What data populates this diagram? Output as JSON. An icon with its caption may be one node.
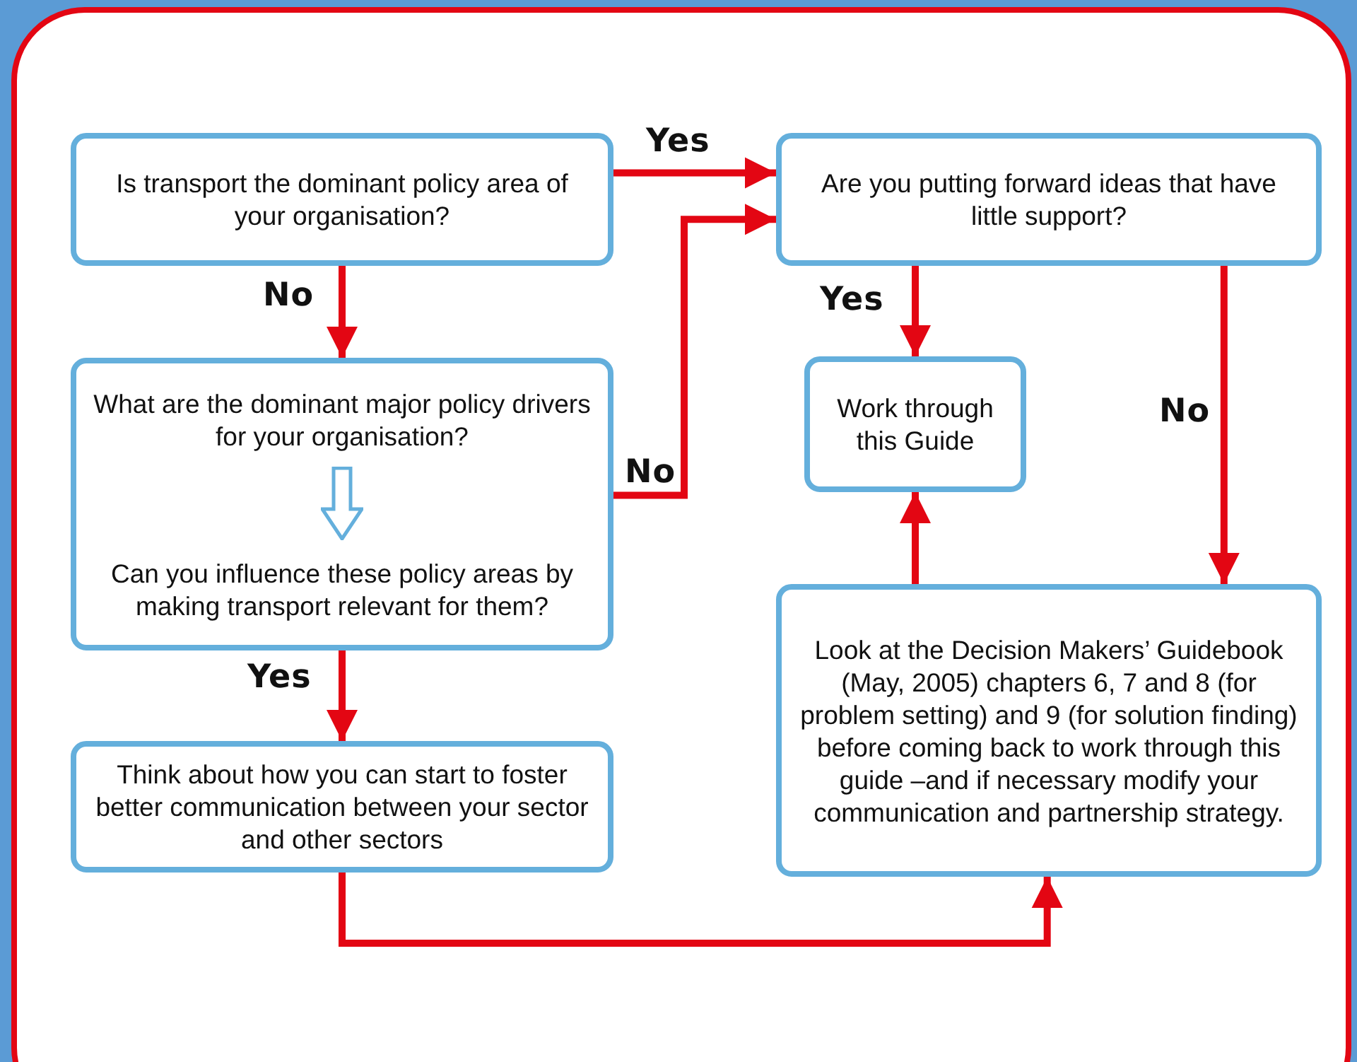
{
  "diagram": {
    "nodes": [
      {
        "text": [
          "Is transport the dominant policy area of your organisation?"
        ]
      },
      {
        "text": [
          "Are you putting forward ideas that have little support?"
        ]
      },
      {
        "text": [
          "What are the dominant major policy drivers for your organisation?",
          "Can you influence these policy areas by making transport relevant for them?"
        ]
      },
      {
        "text": [
          "Work through this Guide"
        ]
      },
      {
        "text": [
          "Think about how you can start to foster better communication between your sector and other sectors"
        ]
      },
      {
        "text": [
          "Look at the Decision Makers’ Guidebook (May, 2005) chapters 6, 7 and 8 (for problem setting) and 9 (for solution finding) before coming back to work through this guide –and if necessary modify your communication and partnership strategy."
        ]
      }
    ],
    "edges": [
      {
        "from": 0,
        "to": 1,
        "arrow": "to",
        "label": "Yes"
      },
      {
        "from": 0,
        "to": 2,
        "arrow": "to",
        "label": "No"
      },
      {
        "from": 2,
        "to": 1,
        "arrow": "to",
        "label": "No"
      },
      {
        "from": 2,
        "to": 4,
        "arrow": "to",
        "label": "Yes"
      },
      {
        "from": 1,
        "to": 3,
        "arrow": "to",
        "label": "Yes"
      },
      {
        "from": 1,
        "to": 5,
        "arrow": "to",
        "label": "No"
      },
      {
        "from": 5,
        "to": 3,
        "arrow": "to"
      },
      {
        "from": 4,
        "to": 5,
        "arrow": "to"
      }
    ]
  }
}
